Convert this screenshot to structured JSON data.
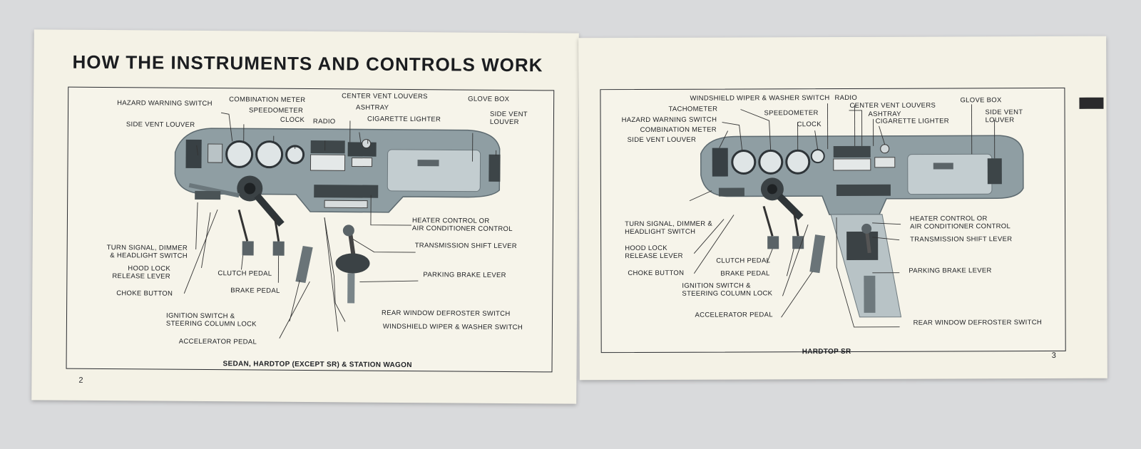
{
  "title": "HOW THE INSTRUMENTS AND CONTROLS WORK",
  "left": {
    "page_number": "2",
    "caption": "SEDAN, HARDTOP (EXCEPT SR) & STATION WAGON",
    "labels": {
      "hazard_warning_switch": "HAZARD WARNING SWITCH",
      "combination_meter": "COMBINATION METER",
      "speedometer": "SPEEDOMETER",
      "clock": "CLOCK",
      "radio": "RADIO",
      "center_vent_louvers": "CENTER VENT LOUVERS",
      "ashtray": "ASHTRAY",
      "cigarette_lighter": "CIGARETTE LIGHTER",
      "glove_box": "GLOVE BOX",
      "side_vent_louver_right": "SIDE VENT\nLOUVER",
      "side_vent_louver": "SIDE VENT LOUVER",
      "heater_control": "HEATER CONTROL OR\nAIR CONDITIONER CONTROL",
      "transmission_shift_lever": "TRANSMISSION SHIFT LEVER",
      "turn_signal": "TURN SIGNAL, DIMMER\n& HEADLIGHT SWITCH",
      "hood_lock": "HOOD LOCK\nRELEASE LEVER",
      "clutch_pedal": "CLUTCH PEDAL",
      "parking_brake_lever": "PARKING BRAKE LEVER",
      "choke_button": "CHOKE BUTTON",
      "brake_pedal": "BRAKE PEDAL",
      "ignition_switch": "IGNITION SWITCH &\nSTEERING COLUMN LOCK",
      "rear_window_defroster": "REAR WINDOW DEFROSTER SWITCH",
      "windshield_wiper": "WINDSHIELD WIPER & WASHER SWITCH",
      "accelerator_pedal": "ACCELERATOR PEDAL"
    }
  },
  "right": {
    "page_number": "3",
    "caption": "HARDTOP SR",
    "labels": {
      "windshield_wiper": "WINDSHIELD WIPER & WASHER SWITCH",
      "radio": "RADIO",
      "glove_box": "GLOVE BOX",
      "tachometer": "TACHOMETER",
      "center_vent_louvers": "CENTER VENT LOUVERS",
      "ashtray": "ASHTRAY",
      "speedometer": "SPEEDOMETER",
      "side_vent_louver_right": "SIDE VENT\nLOUVER",
      "hazard_warning_switch": "HAZARD WARNING SWITCH",
      "cigarette_lighter": "CIGARETTE LIGHTER",
      "clock": "CLOCK",
      "combination_meter": "COMBINATION METER",
      "side_vent_louver": "SIDE VENT LOUVER",
      "turn_signal": "TURN SIGNAL, DIMMER &\nHEADLIGHT SWITCH",
      "heater_control": "HEATER CONTROL OR\nAIR CONDITIONER CONTROL",
      "transmission_shift_lever": "TRANSMISSION SHIFT LEVER",
      "hood_lock": "HOOD LOCK\nRELEASE LEVER",
      "clutch_pedal": "CLUTCH PEDAL",
      "parking_brake_lever": "PARKING BRAKE LEVER",
      "choke_button": "CHOKE BUTTON",
      "brake_pedal": "BRAKE PEDAL",
      "ignition_switch": "IGNITION SWITCH &\nSTEERING COLUMN LOCK",
      "accelerator_pedal": "ACCELERATOR PEDAL",
      "rear_window_defroster": "REAR WINDOW DEFROSTER SWITCH"
    }
  },
  "colors": {
    "paper": "#f4f2e6",
    "ink": "#1c1e22",
    "dashboard": "#8f9ea3"
  }
}
